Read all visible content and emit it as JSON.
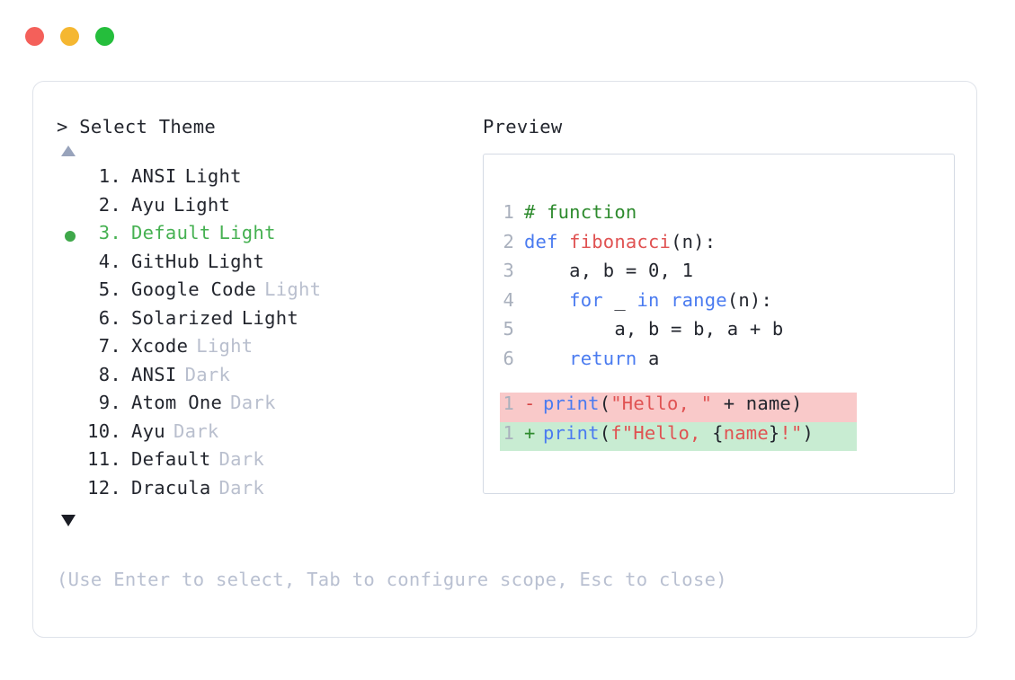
{
  "window": {
    "traffic_lights": [
      {
        "name": "close",
        "color": "#f4605a"
      },
      {
        "name": "minimize",
        "color": "#f5b731"
      },
      {
        "name": "maximize",
        "color": "#25be3c"
      }
    ]
  },
  "prompt": {
    "text": "> Select Theme",
    "scroll_up_icon": "triangle-up-icon",
    "scroll_down_icon": "triangle-down-icon"
  },
  "themes": [
    {
      "num": " 1.",
      "name": "ANSI",
      "suffix": "Light",
      "muted": false,
      "selected": false
    },
    {
      "num": " 2.",
      "name": "Ayu",
      "suffix": "Light",
      "muted": false,
      "selected": false
    },
    {
      "num": " 3.",
      "name": "Default",
      "suffix": "Light",
      "muted": false,
      "selected": true
    },
    {
      "num": " 4.",
      "name": "GitHub",
      "suffix": "Light",
      "muted": false,
      "selected": false
    },
    {
      "num": " 5.",
      "name": "Google Code",
      "suffix": "Light",
      "muted": true,
      "selected": false
    },
    {
      "num": " 6.",
      "name": "Solarized",
      "suffix": "Light",
      "muted": false,
      "selected": false
    },
    {
      "num": " 7.",
      "name": "Xcode",
      "suffix": "Light",
      "muted": true,
      "selected": false
    },
    {
      "num": " 8.",
      "name": "ANSI",
      "suffix": "Dark",
      "muted": true,
      "selected": false
    },
    {
      "num": " 9.",
      "name": "Atom One",
      "suffix": "Dark",
      "muted": true,
      "selected": false
    },
    {
      "num": "10.",
      "name": "Ayu",
      "suffix": "Dark",
      "muted": true,
      "selected": false
    },
    {
      "num": "11.",
      "name": "Default",
      "suffix": "Dark",
      "muted": true,
      "selected": false
    },
    {
      "num": "12.",
      "name": "Dracula",
      "suffix": "Dark",
      "muted": true,
      "selected": false
    }
  ],
  "hint": "(Use Enter to select, Tab to configure scope, Esc to close)",
  "preview": {
    "label": "Preview",
    "code_lines": [
      {
        "ln": "1",
        "tokens": [
          {
            "t": "# function",
            "c": "comment"
          }
        ]
      },
      {
        "ln": "2",
        "tokens": [
          {
            "t": "def ",
            "c": "keyword"
          },
          {
            "t": "fibonacci",
            "c": "func"
          },
          {
            "t": "(n):",
            "c": "plain"
          }
        ]
      },
      {
        "ln": "3",
        "tokens": [
          {
            "t": "    a, b = 0, 1",
            "c": "plain"
          }
        ]
      },
      {
        "ln": "4",
        "tokens": [
          {
            "t": "    ",
            "c": "plain"
          },
          {
            "t": "for",
            "c": "keyword"
          },
          {
            "t": " _ ",
            "c": "plain"
          },
          {
            "t": "in",
            "c": "keyword"
          },
          {
            "t": " ",
            "c": "plain"
          },
          {
            "t": "range",
            "c": "builtin"
          },
          {
            "t": "(n):",
            "c": "plain"
          }
        ]
      },
      {
        "ln": "5",
        "tokens": [
          {
            "t": "        a, b = b, a + b",
            "c": "plain"
          }
        ]
      },
      {
        "ln": "6",
        "tokens": [
          {
            "t": "    ",
            "c": "plain"
          },
          {
            "t": "return",
            "c": "keyword"
          },
          {
            "t": " a",
            "c": "plain"
          }
        ]
      }
    ],
    "diff_lines": [
      {
        "ln": "1",
        "marker": "-",
        "type": "del",
        "tokens": [
          {
            "t": "print",
            "c": "builtin"
          },
          {
            "t": "(",
            "c": "plain"
          },
          {
            "t": "\"Hello, \"",
            "c": "string"
          },
          {
            "t": " + name)",
            "c": "plain"
          }
        ]
      },
      {
        "ln": "1",
        "marker": "+",
        "type": "add",
        "tokens": [
          {
            "t": "print",
            "c": "builtin"
          },
          {
            "t": "(",
            "c": "plain"
          },
          {
            "t": "f\"Hello, ",
            "c": "string"
          },
          {
            "t": "{",
            "c": "plain"
          },
          {
            "t": "name",
            "c": "string"
          },
          {
            "t": "}",
            "c": "plain"
          },
          {
            "t": "!\"",
            "c": "string"
          },
          {
            "t": ")",
            "c": "plain"
          }
        ]
      }
    ]
  }
}
